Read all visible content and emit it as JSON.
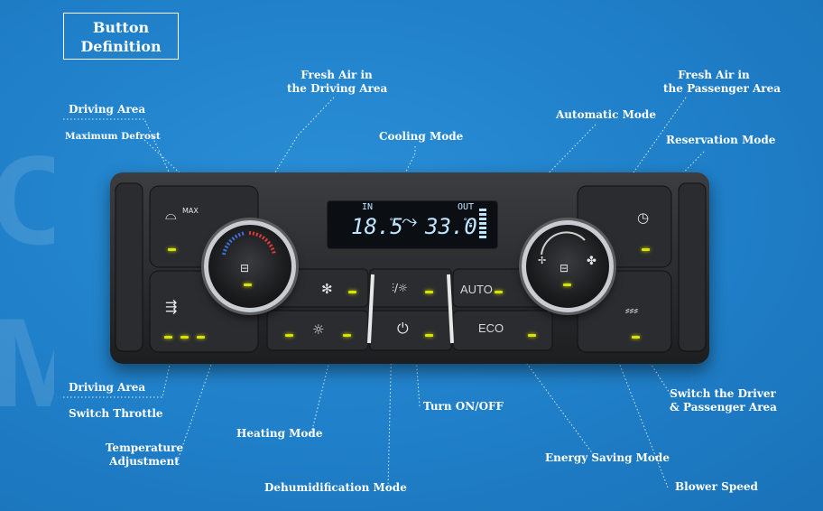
{
  "title": {
    "line1": "Button",
    "line2": "Definition"
  },
  "labels": {
    "driving_area_top": "Driving Area",
    "maximum_defrost": "Maximum Defrost",
    "fresh_air_driving_1": "Fresh Air in",
    "fresh_air_driving_2": "the Driving Area",
    "cooling_mode": "Cooling Mode",
    "automatic_mode": "Automatic Mode",
    "fresh_air_passenger_1": "Fresh Air in",
    "fresh_air_passenger_2": "the Passenger Area",
    "reservation_mode": "Reservation Mode",
    "driving_area_bottom": "Driving Area",
    "switch_throttle": "Switch Throttle",
    "temperature_adjustment_1": "Temperature",
    "temperature_adjustment_2": "Adjustment",
    "heating_mode": "Heating Mode",
    "dehumidification_mode": "Dehumidification Mode",
    "turn_on_off": "Turn ON/OFF",
    "energy_saving_mode": "Energy Saving Mode",
    "switch_driver_1": "Switch the Driver",
    "switch_driver_2": "& Passenger Area",
    "blower_speed": "Blower Speed"
  },
  "display": {
    "in_label": "IN",
    "out_label": "OUT",
    "in_temp": "18.5",
    "out_temp": "33.0",
    "unit": "°C"
  },
  "buttons": {
    "max_label": "MAX",
    "auto_label": "AUTO",
    "eco_label": "ECO"
  },
  "colors": {
    "background": "#1f7fc8",
    "led": "#d8e400",
    "panel": "#2a2b2e"
  }
}
